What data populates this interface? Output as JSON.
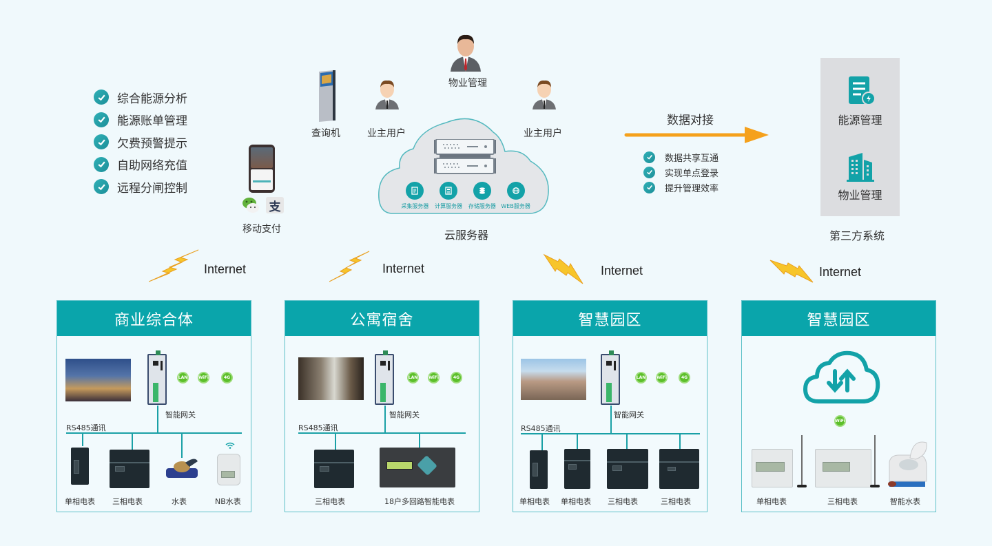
{
  "features": [
    "综合能源分析",
    "能源账单管理",
    "欠费预警提示",
    "自助网络充值",
    "远程分闸控制"
  ],
  "mobile_pay": {
    "label": "移动支付",
    "icons": [
      "phone-icon",
      "wechat-pay-icon",
      "alipay-icon"
    ]
  },
  "kiosk": {
    "label": "查询机"
  },
  "users": {
    "left_label": "业主用户",
    "right_label": "业主用户",
    "manager_label": "物业管理"
  },
  "cloud": {
    "label": "云服务器",
    "servers": [
      {
        "label": "采集服务器",
        "icon": "document-icon"
      },
      {
        "label": "计算服务器",
        "icon": "calculator-icon"
      },
      {
        "label": "存储服务器",
        "icon": "database-icon"
      },
      {
        "label": "WEB服务器",
        "icon": "globe-icon"
      }
    ]
  },
  "data_link": {
    "title": "数据对接",
    "arrow_color": "#f5a11c",
    "benefits": [
      "数据共享互通",
      "实现单点登录",
      "提升管理效率"
    ]
  },
  "third_party": {
    "label": "第三方系统",
    "items": [
      {
        "label": "能源管理",
        "icon": "energy-document-icon"
      },
      {
        "label": "物业管理",
        "icon": "building-icon"
      }
    ]
  },
  "internet_labels": [
    "Internet",
    "Internet",
    "Internet",
    "Internet"
  ],
  "accent_color": "#0aa5ab",
  "panels": [
    {
      "title": "商业综合体",
      "gateway_label": "智能网关",
      "bus_label": "RS485通讯",
      "comm": [
        "LAN",
        "WiFi",
        "4G"
      ],
      "devices": [
        "单相电表",
        "三相电表",
        "水表",
        "NB水表"
      ]
    },
    {
      "title": "公寓宿舍",
      "gateway_label": "智能网关",
      "bus_label": "RS485通讯",
      "comm": [
        "LAN",
        "WiFi",
        "4G"
      ],
      "devices": [
        "三相电表",
        "18户多回路智能电表"
      ]
    },
    {
      "title": "智慧园区",
      "gateway_label": "智能网关",
      "bus_label": "RS485通讯",
      "comm": [
        "LAN",
        "WiFi",
        "4G"
      ],
      "devices": [
        "单相电表",
        "单相电表",
        "三相电表",
        "三相电表"
      ]
    },
    {
      "title": "智慧园区",
      "comm": [
        "WiFi"
      ],
      "devices": [
        "单相电表",
        "三相电表",
        "智能水表"
      ]
    }
  ]
}
